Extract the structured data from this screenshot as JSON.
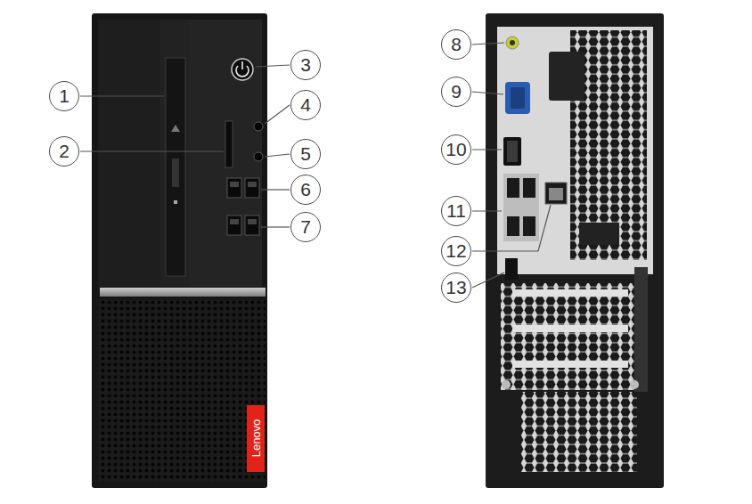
{
  "diagram": {
    "labels": [
      "1",
      "2",
      "3",
      "4",
      "5",
      "6",
      "7",
      "8",
      "9",
      "10",
      "11",
      "12",
      "13",
      "Lenovo"
    ]
  }
}
